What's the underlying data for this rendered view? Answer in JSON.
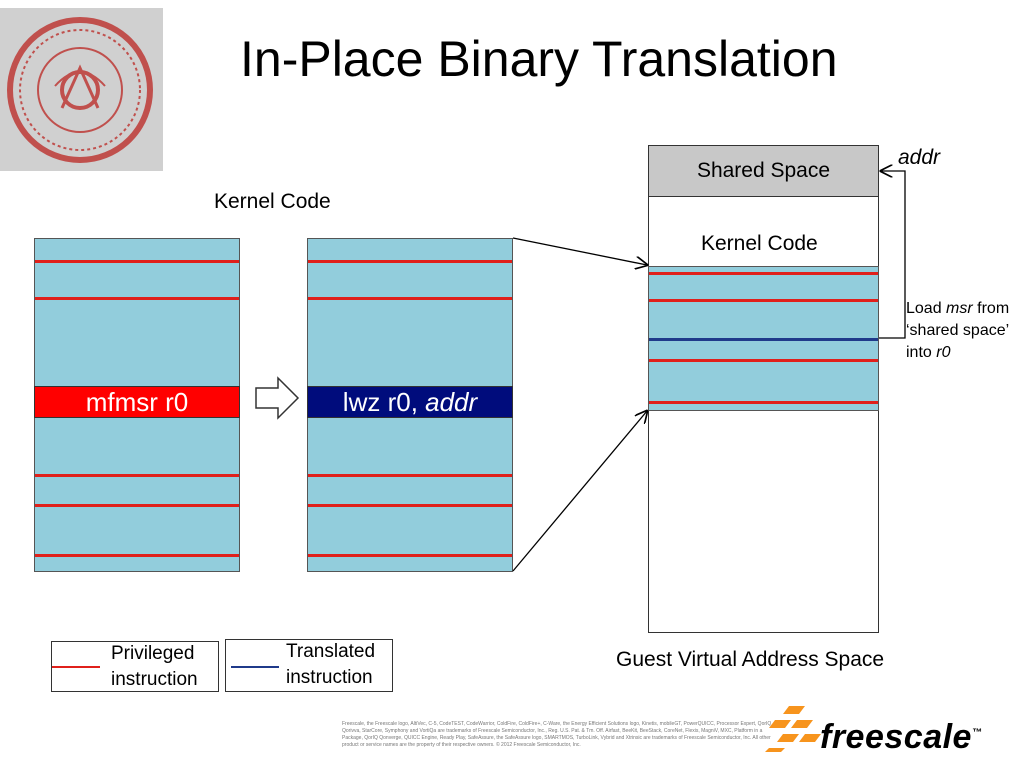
{
  "title": "In-Place Binary Translation",
  "kernel_code_label": "Kernel Code",
  "privileged_instruction": "mfmsr r0",
  "translated_instruction_prefix": "lwz r0, ",
  "translated_instruction_operand": "addr",
  "address_space": {
    "shared_space_label": "Shared Space",
    "addr_label": "addr",
    "kernel_code_label": "Kernel Code",
    "caption": "Guest Virtual Address Space"
  },
  "note": {
    "line1_prefix": "Load ",
    "line1_italic": "msr",
    "line1_suffix": " from",
    "line2": "‘shared space’",
    "line3_prefix": "into ",
    "line3_italic": "r0"
  },
  "legend": {
    "privileged_line1": "Privileged",
    "privileged_line2": "instruction",
    "translated_line1": "Translated",
    "translated_line2": "instruction"
  },
  "footer_fine_print": "Freescale, the Freescale logo, AltiVec, C-5, CodeTEST, CodeWarrior, ColdFire, ColdFire+, C-Ware, the Energy Efficient Solutions logo, Kinetis, mobileGT, PowerQUICC, Processor Expert, QorIQ, Qorivva, StarCore, Symphony and VortiQa are trademarks of Freescale Semiconductor, Inc., Reg. U.S. Pat. & Tm. Off. Airfast, BeeKit, BeeStack, CoreNet, Flexis, MagniV, MXC, Platform in a Package, QorIQ Qonverge, QUICC Engine, Ready Play, SafeAssure, the SafeAssure logo, SMARTMOS, TurboLink, Vybrid and Xtrinsic are trademarks of Freescale Semiconductor, Inc. All other product or service names are the property of their respective owners. © 2012 Freescale Semiconductor, Inc.",
  "brand_name": "freescale",
  "brand_tm": "™",
  "colors": {
    "privileged": "#e0201b",
    "translated": "#1f3a8a",
    "block": "#92cddc",
    "brand_orange": "#f7941d"
  }
}
